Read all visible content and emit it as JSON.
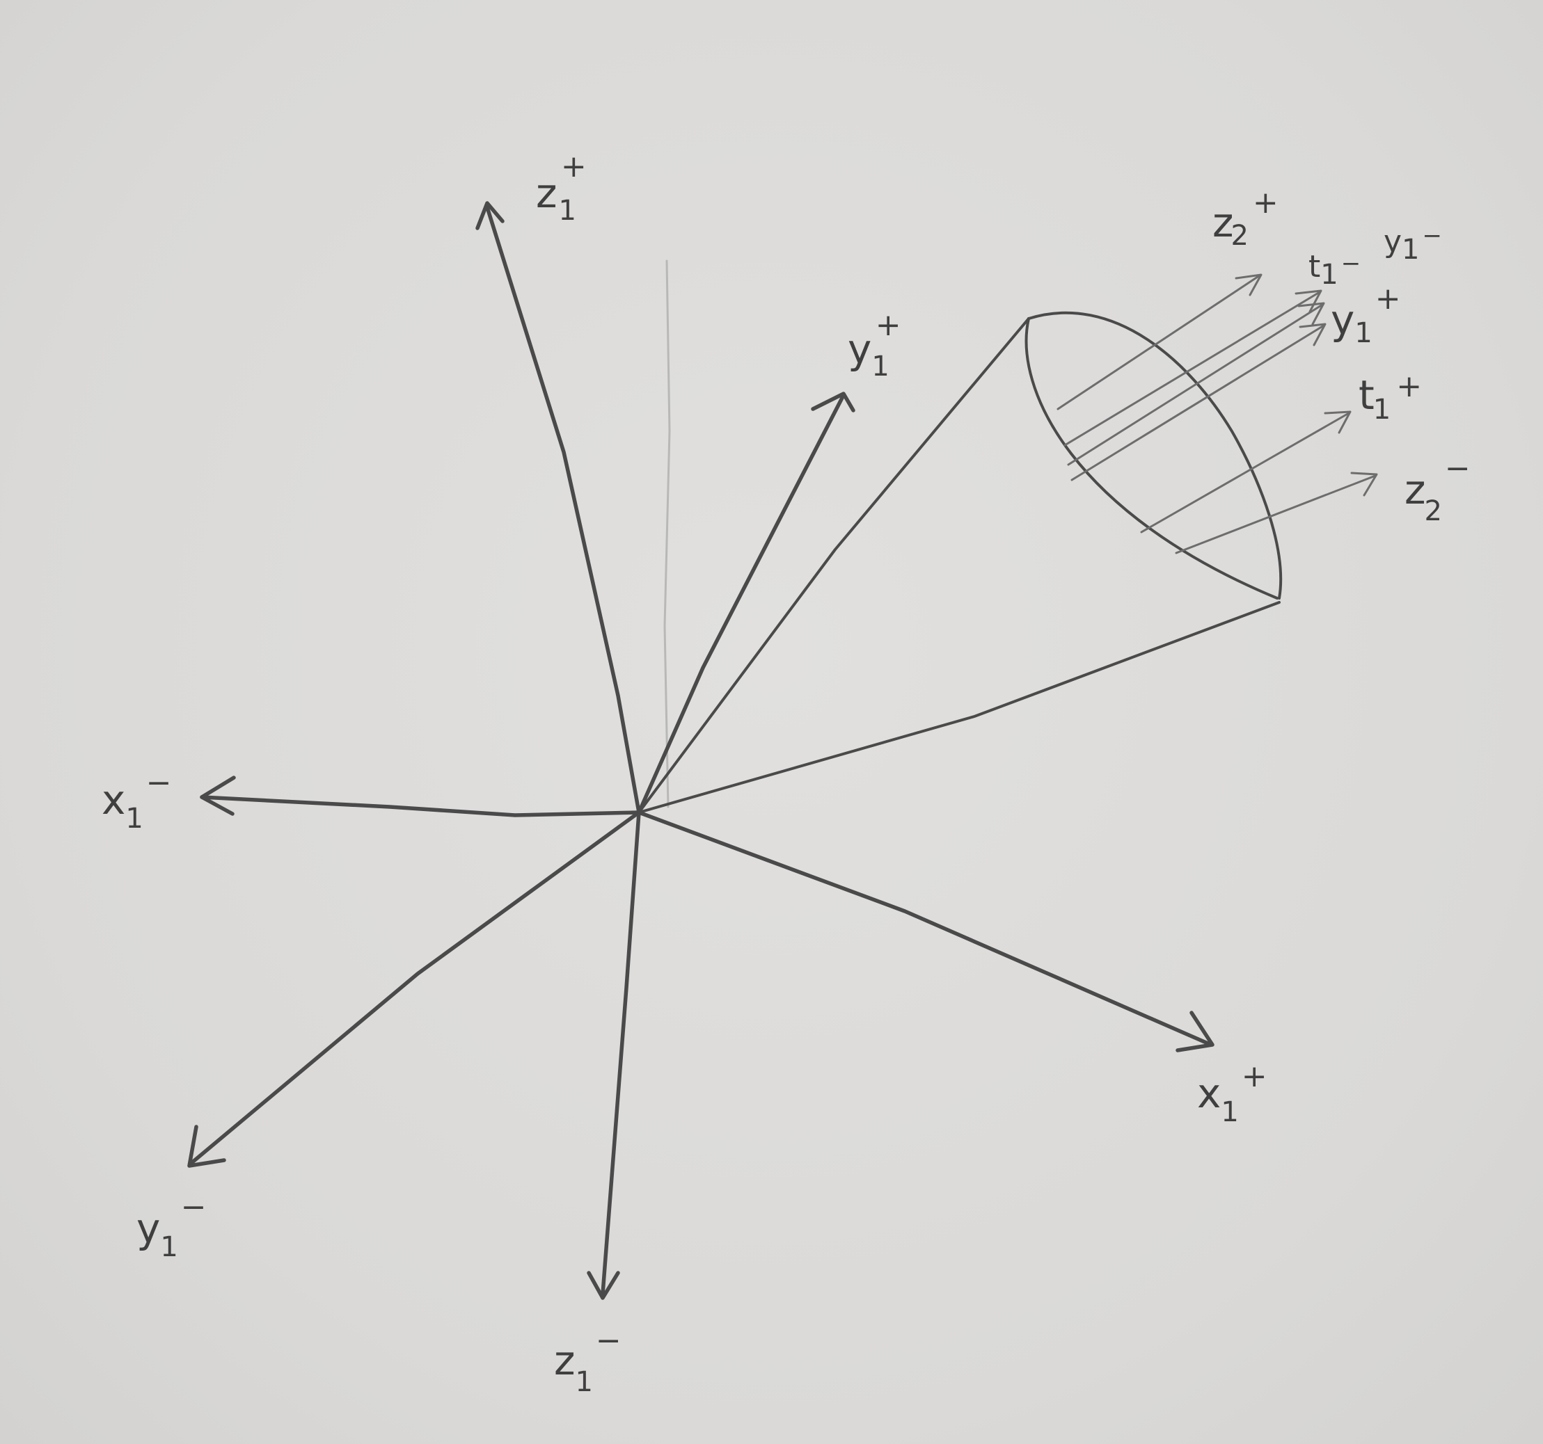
{
  "colors": {
    "paper": "#dcdbd9",
    "pencil": "#4a4a4a",
    "faint_guide": "#b8b8b6"
  },
  "labels": {
    "z1_plus": {
      "base": "z",
      "sub": "1",
      "sup": "+"
    },
    "y1_plus_axis": {
      "base": "y",
      "sub": "1",
      "sup": "+"
    },
    "x1_minus": {
      "base": "x",
      "sub": "1",
      "sup": "−"
    },
    "x1_plus": {
      "base": "x",
      "sub": "1",
      "sup": "+"
    },
    "y1_minus": {
      "base": "y",
      "sub": "1",
      "sup": "−"
    },
    "z1_minus": {
      "base": "z",
      "sub": "1",
      "sup": "−"
    },
    "z2_plus": {
      "base": "z",
      "sub": "2",
      "sup": "+"
    },
    "cone_t1_minus": {
      "base": "t",
      "sub": "1",
      "sup": "−"
    },
    "cone_y1_minus": {
      "base": "y",
      "sub": "1",
      "sup": "−"
    },
    "cone_y1_plus": {
      "base": "y",
      "sub": "1",
      "sup": "+"
    },
    "cone_t1_plus": {
      "base": "t",
      "sub": "1",
      "sup": "+"
    },
    "z2_minus": {
      "base": "z",
      "sub": "2",
      "sup": "−"
    }
  }
}
